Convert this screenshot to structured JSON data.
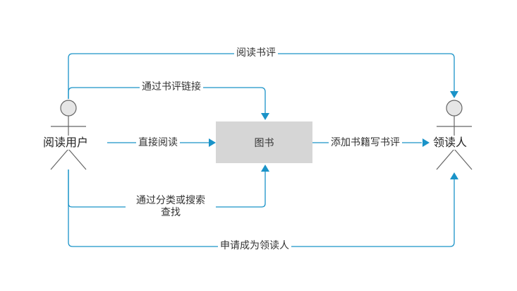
{
  "diagram": {
    "actors": {
      "reader": "阅读用户",
      "lead_reader": "领读人"
    },
    "process": {
      "book": "图书"
    },
    "flows": {
      "read_reviews": "阅读书评",
      "via_review_link": "通过书评链接",
      "direct_read": "直接阅读",
      "via_category_line1": "通过分类或搜索",
      "via_category_line2": "查找",
      "add_book_review": "添加书籍写书评",
      "apply_lead_reader": "申请成为领读人"
    },
    "colors": {
      "connector": "#1a93c8",
      "actor_stroke": "#666666",
      "actor_head_fill": "#e6e6e6",
      "process_fill": "#d6d6d6"
    }
  }
}
